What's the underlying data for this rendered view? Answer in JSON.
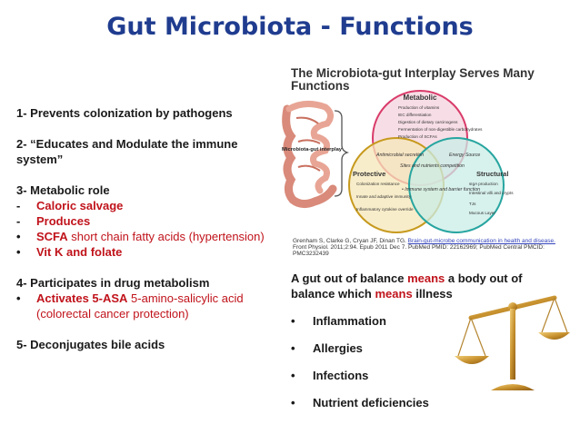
{
  "title": "Gut Microbiota - Functions",
  "left": {
    "item1": "1- Prevents colonization by pathogens",
    "item2": "2- “Educates and Modulate  the immune system”",
    "item3": "3- Metabolic role",
    "item3_bullets": [
      {
        "marker": "-",
        "bold": "Caloric salvage",
        "rest": ""
      },
      {
        "marker": "-",
        "bold": "Produces",
        "rest": ""
      },
      {
        "marker": "•",
        "bold": "SCFA",
        "rest": " short chain fatty acids (hypertension)"
      },
      {
        "marker": "•",
        "bold": "Vit K and folate",
        "rest": ""
      }
    ],
    "item4": "4- Participates in drug metabolism",
    "item4_bullet": {
      "marker": "•",
      "bold": "Activates 5-ASA",
      "rest": " 5-amino-salicylic acid (colorectal cancer protection)"
    },
    "item5": "5- Deconjugates bile acids"
  },
  "figure": {
    "title": "The Microbiota-gut Interplay Serves Many Functions",
    "intestine_label": "Microbiota-gut interplay",
    "metabolic": {
      "label": "Metabolic",
      "items": [
        "Production of vitamins",
        "IEC differentiation",
        "Digestion of dietary carcinogens",
        "Fermentation of non-digestible carbohydrates",
        "Production of SCFAs"
      ]
    },
    "protective": {
      "label": "Protective",
      "items": [
        "Colonization resistance",
        "Innate and adaptive immunity",
        "Inflammatory cytokine override"
      ]
    },
    "structural": {
      "label": "Structural",
      "items": [
        "sIgA production",
        "Intestinal villi and crypts",
        "TJs",
        "Mucous Layer"
      ]
    },
    "overlaps": {
      "antimicrobial": "Antimicrobial secretion",
      "energy": "Energy Source",
      "sites": "Sites and nutrients competition",
      "immune": "• Immune system and barrier function"
    },
    "citation_plain": "Grenham S, Clarke G, Cryan JF, Dinan TG. ",
    "citation_link": "Brain-gut-microbe communication in health and disease.",
    "citation_rest": " Front Physiol. 2011;2:94. Epub 2011 Dec 7. PubMed PMID: 22162969; PubMed Central PMCID: PMC3232439"
  },
  "right": {
    "p1": "A gut out of balance ",
    "p1_red": "means",
    "p2": " a body out of balance which ",
    "p2_red": "means",
    "p3": " illness",
    "list": [
      "Inflammation",
      "Allergies",
      "Infections",
      "Nutrient deficiencies"
    ],
    "bullet": "•"
  },
  "colors": {
    "title": "#1f3c8f",
    "accent_red": "#c0131b",
    "metabolic_circle": "#d93b6a",
    "protective_circle": "#c79a1e",
    "structural_circle": "#27a5a0"
  }
}
